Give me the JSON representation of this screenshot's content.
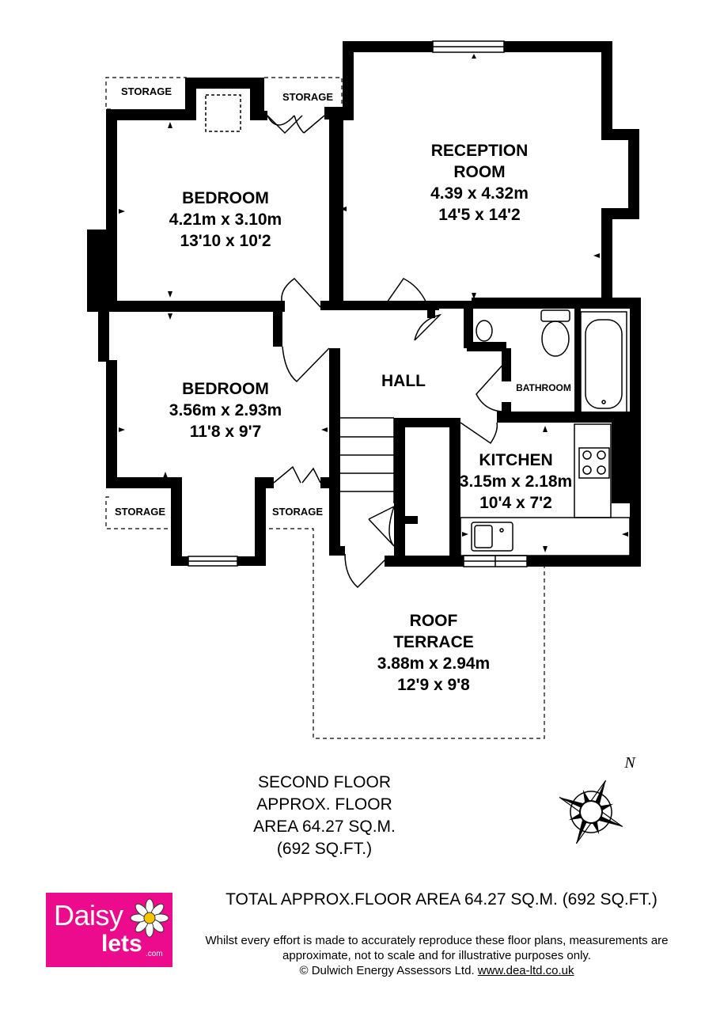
{
  "rooms": {
    "bedroom1": {
      "name": "BEDROOM",
      "metric": "4.21m x 3.10m",
      "imperial": "13'10 x 10'2"
    },
    "reception": {
      "name1": "RECEPTION",
      "name2": "ROOM",
      "metric": "4.39 x 4.32m",
      "imperial": "14'5 x 14'2"
    },
    "bedroom2": {
      "name": "BEDROOM",
      "metric": "3.56m x 2.93m",
      "imperial": "11'8 x 9'7"
    },
    "hall": {
      "name": "HALL"
    },
    "bathroom": {
      "name": "BATHROOM"
    },
    "kitchen": {
      "name": "KITCHEN",
      "metric": "3.15m x 2.18m",
      "imperial": "10'4 x 7'2"
    },
    "terrace": {
      "name1": "ROOF",
      "name2": "TERRACE",
      "metric": "3.88m x 2.94m",
      "imperial": "12'9 x 9'8"
    }
  },
  "storage": {
    "top_left": "STORAGE",
    "top_right": "STORAGE",
    "bottom_left": "STORAGE",
    "bottom_right": "STORAGE"
  },
  "compass": {
    "north_label": "N"
  },
  "floor_info": {
    "line1": "SECOND FLOOR",
    "line2": "APPROX. FLOOR",
    "line3": "AREA 64.27 SQ.M.",
    "line4": "(692 SQ.FT.)"
  },
  "total_area": "TOTAL APPROX.FLOOR AREA 64.27 SQ.M. (692 SQ.FT.)",
  "disclaimer": {
    "line1": "Whilst every effort is made to accurately reproduce these floor plans, measurements are",
    "line2": "approximate, not to scale and for illustrative purposes only.",
    "line3_prefix": "© Dulwich Energy Assessors Ltd. ",
    "link": "www.dea-ltd.co.uk"
  },
  "logo": {
    "word1": "Daisy",
    "word2": "lets",
    "suffix": ".com",
    "color": "#ec0b8d"
  }
}
